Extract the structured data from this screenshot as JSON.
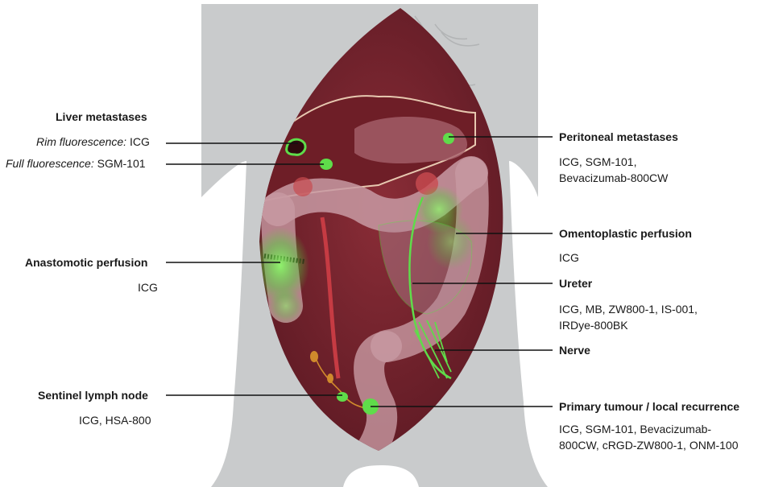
{
  "labels": {
    "liver": {
      "title": "Liver metastases",
      "rim_prefix": "Rim fluorescence:",
      "rim_agent": "ICG",
      "full_prefix": "Full fluorescence:",
      "full_agent": "SGM-101"
    },
    "anastomotic": {
      "title": "Anastomotic perfusion",
      "agents": "ICG"
    },
    "sentinel": {
      "title": "Sentinel lymph node",
      "agents": "ICG, HSA-800"
    },
    "peritoneal": {
      "title": "Peritoneal metastases",
      "agents_line1": "ICG, SGM-101,",
      "agents_line2": "Bevacizumab-800CW"
    },
    "omentoplastic": {
      "title": "Omentoplastic perfusion",
      "agents": "ICG"
    },
    "ureter": {
      "title": "Ureter",
      "agents_line1": "ICG, MB, ZW800-1, IS-001,",
      "agents_line2": "IRDye-800BK"
    },
    "nerve": {
      "title": "Nerve"
    },
    "primary": {
      "title": "Primary tumour / local recurrence",
      "agents_line1": "ICG, SGM-101, Bevacizumab-",
      "agents_line2": "800CW, cRGD-ZW800-1, ONM-100"
    }
  },
  "colors": {
    "body_silhouette": "#c9cbcc",
    "cavity": "#7a2630",
    "fluorescence": "#5fdc4a",
    "bowel": "#c89aa3",
    "leader_line": "#111111"
  }
}
